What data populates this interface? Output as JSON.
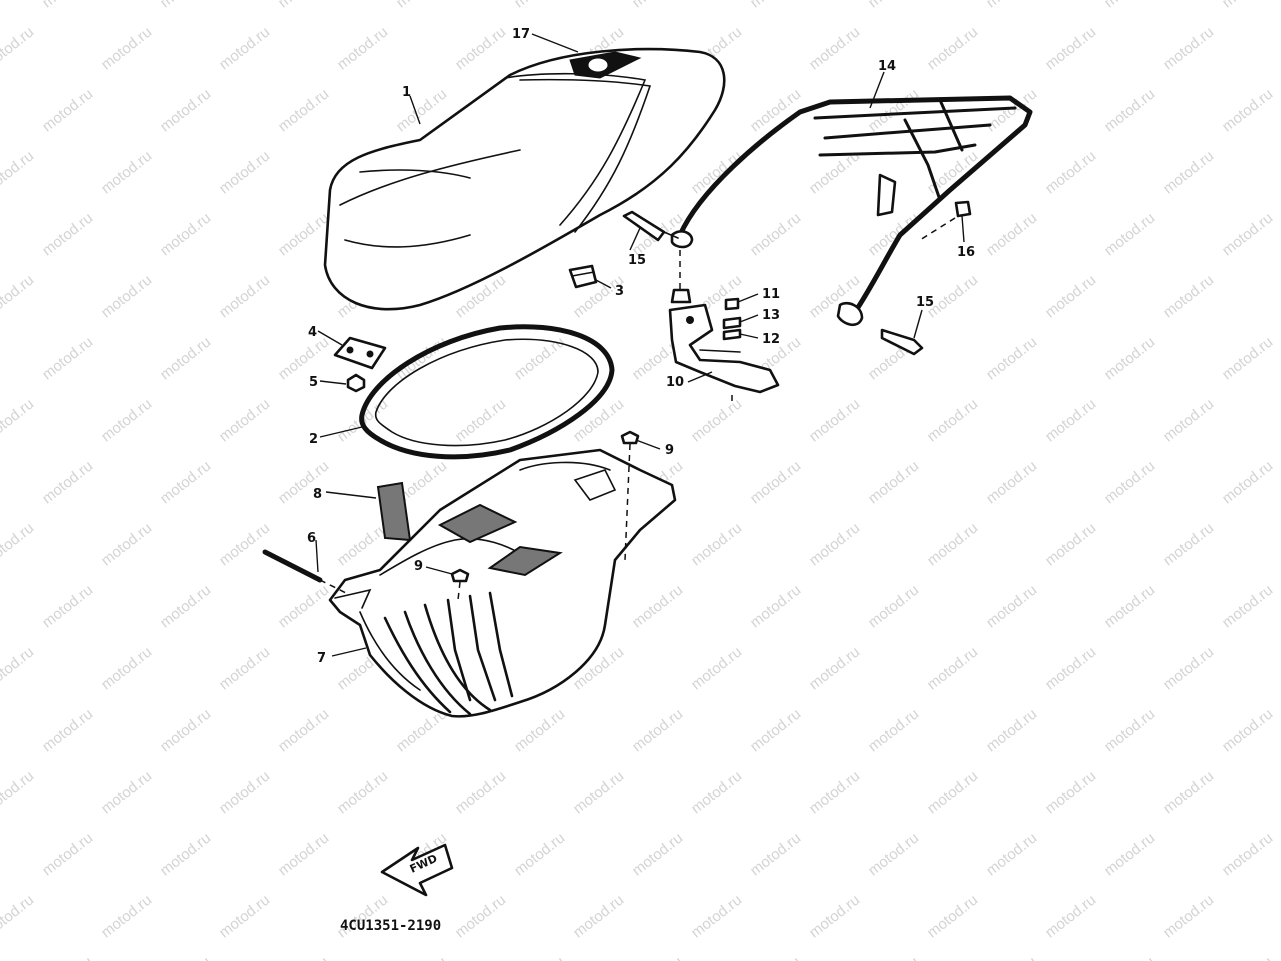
{
  "watermark": "motod.ru",
  "diagram_code": "4CU1351-2190",
  "arrow_label": "FWD",
  "callouts": {
    "seat": "1",
    "seal_ring": "2",
    "damper": "3",
    "seat_bracket": "4",
    "nut_5": "5",
    "rod": "6",
    "storage_box": "7",
    "pad": "8",
    "bolt_9a": "9",
    "bolt_9b": "9",
    "hinge": "10",
    "bolt_11": "11",
    "washer_12": "12",
    "washer_13": "13",
    "carrier": "14",
    "bolt_15a": "15",
    "bolt_15b": "15",
    "bolt_16": "16",
    "emblem": "17"
  }
}
